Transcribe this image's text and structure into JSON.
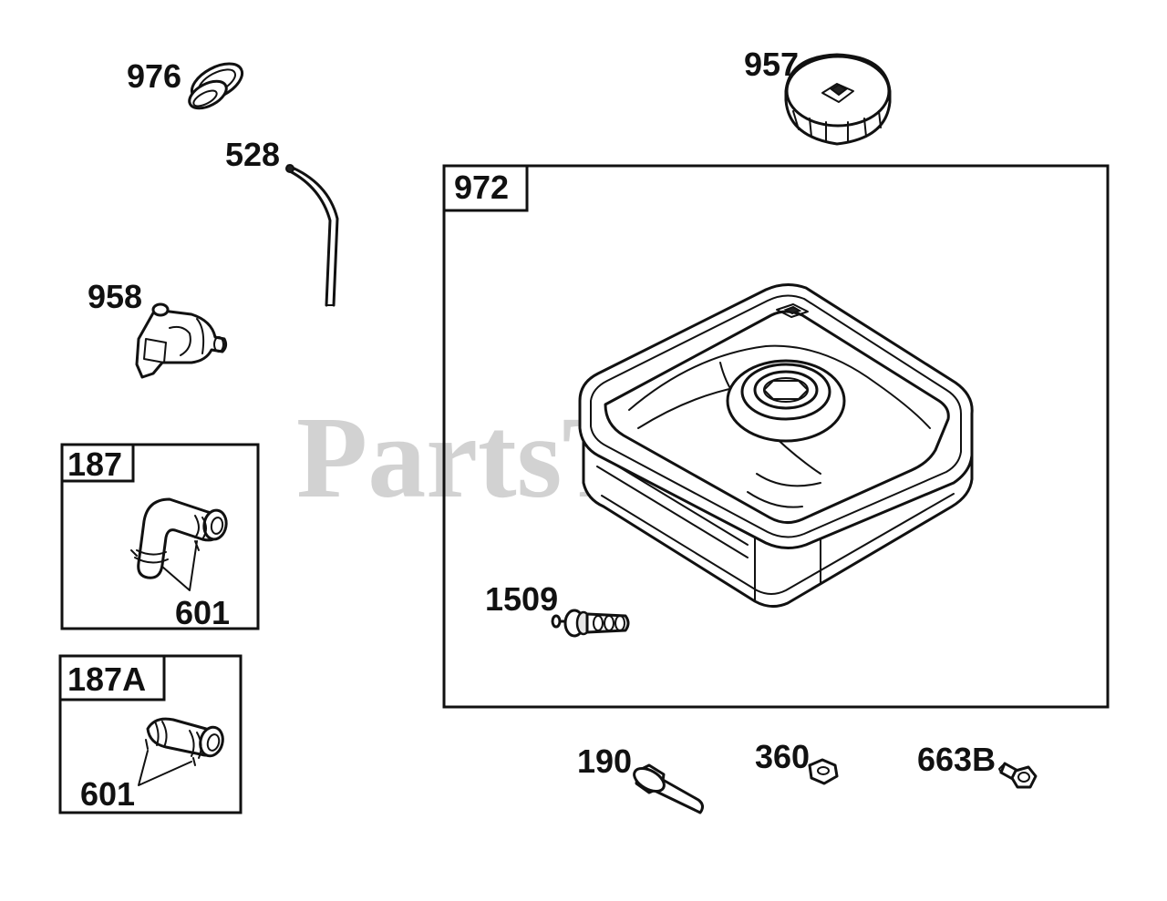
{
  "watermark": "PartsTree",
  "parts": {
    "p976": "976",
    "p957": "957",
    "p528": "528",
    "p972": "972",
    "p958": "958",
    "p187": "187",
    "p601a": "601",
    "p187a": "187A",
    "p601b": "601",
    "p1509": "1509",
    "p190": "190",
    "p360": "360",
    "p663b": "663B"
  }
}
